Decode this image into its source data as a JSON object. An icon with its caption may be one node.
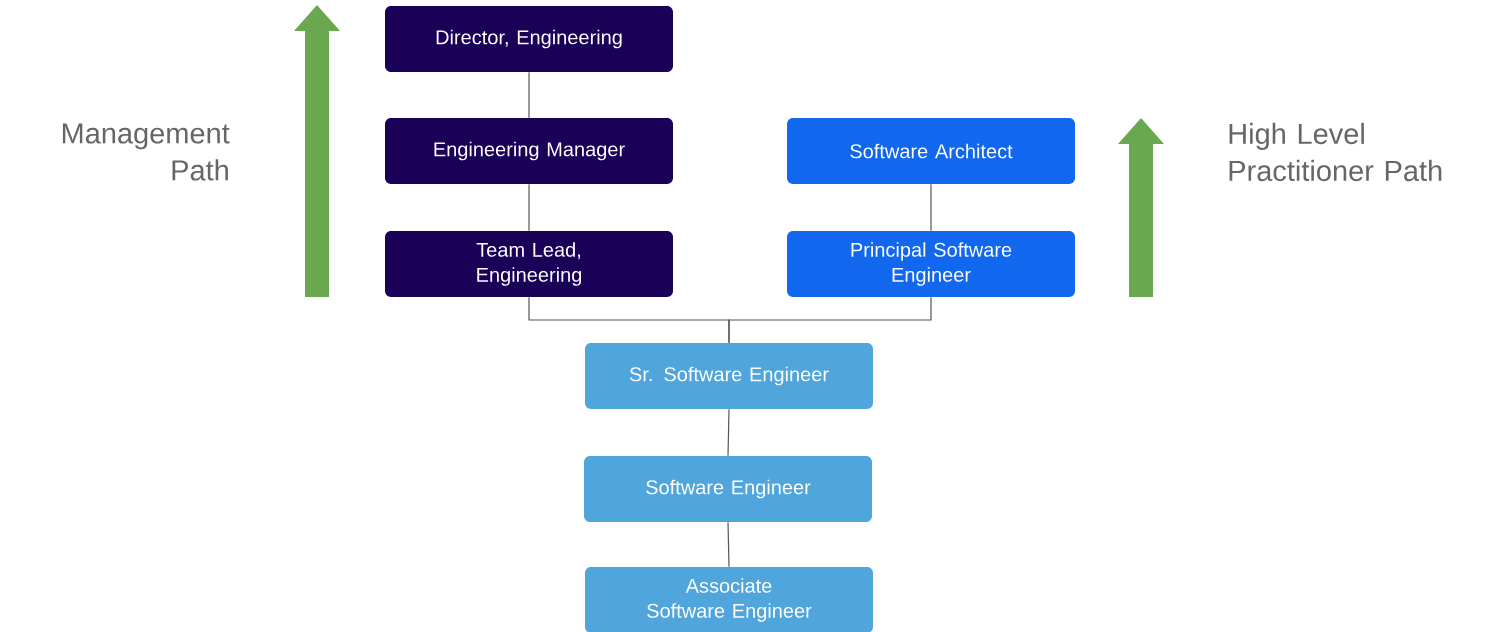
{
  "diagram": {
    "nodes": [
      {
        "text": [
          "Director, Engineering"
        ]
      },
      {
        "text": [
          "Engineering Manager"
        ]
      },
      {
        "text": [
          "Team Lead, Engineering"
        ]
      },
      {
        "text": [
          "Software Architect"
        ]
      },
      {
        "text": [
          "Principal Software Engineer"
        ]
      },
      {
        "text": [
          "Sr. Software Engineer"
        ]
      },
      {
        "text": [
          "Software Engineer"
        ]
      },
      {
        "text": [
          "Associate Software Engineer"
        ]
      }
    ],
    "edges": [
      {
        "from": 0,
        "to": 1,
        "arrow": "none"
      },
      {
        "from": 1,
        "to": 2,
        "arrow": "none"
      },
      {
        "from": 3,
        "to": 4,
        "arrow": "none"
      },
      {
        "from": 5,
        "to": 2,
        "arrow": "none"
      },
      {
        "from": 5,
        "to": 4,
        "arrow": "none"
      },
      {
        "from": 5,
        "to": 6,
        "arrow": "none"
      },
      {
        "from": 6,
        "to": 7,
        "arrow": "none"
      }
    ],
    "labels": [
      "Management Path",
      "High Level Practitioner Path"
    ]
  }
}
